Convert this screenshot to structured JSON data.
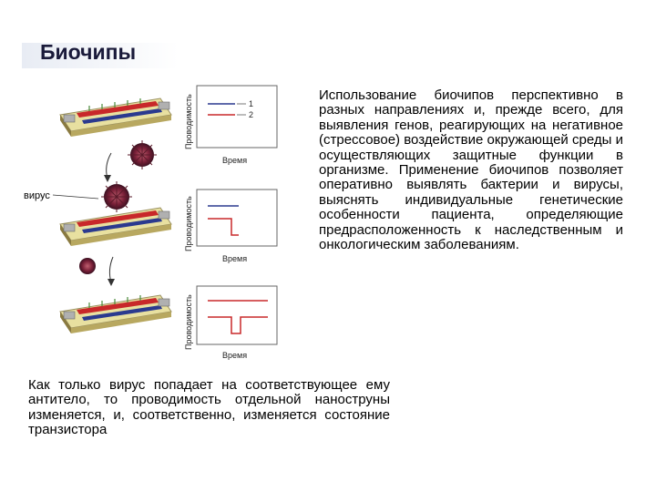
{
  "title": "Биочипы",
  "paragraph_right": "Использование биочипов перспективно в разных направлениях и, прежде всего, для выявления генов, реагирующих на негативное (стрессовое) воздействие окружающей среды и осуществляющих защитные функции в организме. Применение биочипов позволяет оперативно выявлять бактерии и вирусы, выяснять индивидуальные генетические особенности пациента, определяющие предрасположенность к наследственным и онкологическим заболеваниям.",
  "paragraph_left": "Как только вирус попадает на соответствующее ему антитело, то проводимость отдельной наноструны изменяется, и, соответственно, изменяется состояние транзистора",
  "figure": {
    "virus_label": "вирус",
    "y_axis_label": "Проводимость",
    "x_axis_label": "Время",
    "legend_1": "1",
    "legend_2": "2",
    "colors": {
      "line1": "#2b3a8f",
      "line2": "#c8282a"
    }
  }
}
